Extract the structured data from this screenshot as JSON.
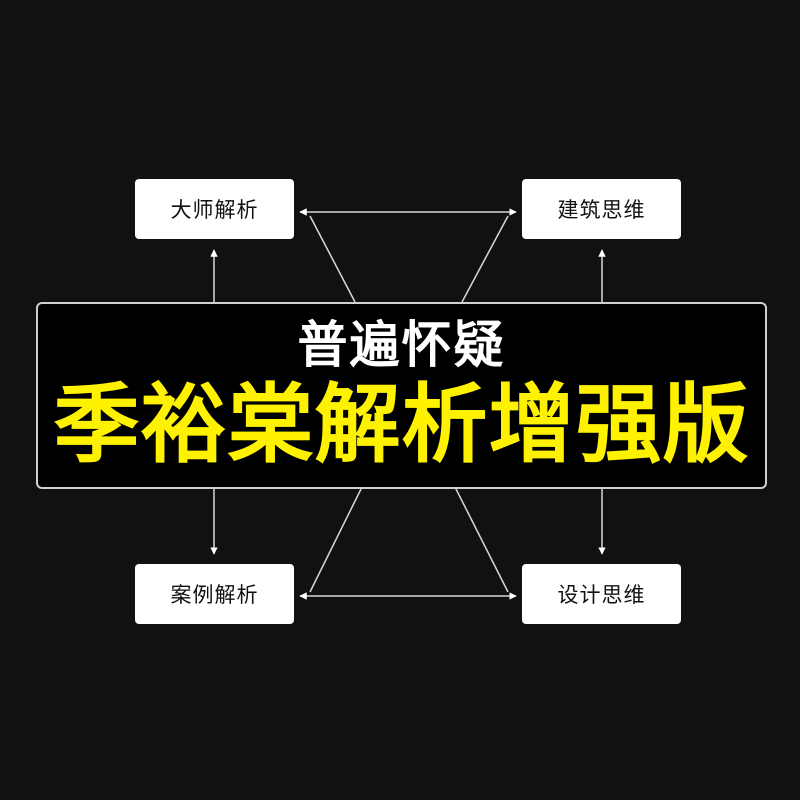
{
  "diagram": {
    "background": "#111111",
    "banner": {
      "subtitle": "普遍怀疑",
      "title": "季裕棠解析增强版",
      "subtitle_color": "#ffffff",
      "title_color": "#fff200"
    },
    "nodes": [
      {
        "id": "top-left",
        "label": "大师解析"
      },
      {
        "id": "top-right",
        "label": "建筑思维"
      },
      {
        "id": "bottom-left",
        "label": "案例解析"
      },
      {
        "id": "bottom-right",
        "label": "设计思维"
      }
    ],
    "edges": [
      {
        "from": "banner",
        "to": "top-left",
        "type": "arrow"
      },
      {
        "from": "banner",
        "to": "top-right",
        "type": "arrow"
      },
      {
        "from": "banner",
        "to": "bottom-left",
        "type": "arrow"
      },
      {
        "from": "banner",
        "to": "bottom-right",
        "type": "arrow"
      },
      {
        "from": "top-left",
        "to": "top-right",
        "type": "bidirectional"
      },
      {
        "from": "bottom-left",
        "to": "bottom-right",
        "type": "bidirectional"
      },
      {
        "from": "banner",
        "to": "top-left",
        "type": "diagonal-arrow"
      },
      {
        "from": "banner",
        "to": "top-right",
        "type": "diagonal-arrow"
      },
      {
        "from": "banner",
        "to": "bottom-left",
        "type": "diagonal-arrow"
      },
      {
        "from": "banner",
        "to": "bottom-right",
        "type": "diagonal-arrow"
      }
    ]
  }
}
